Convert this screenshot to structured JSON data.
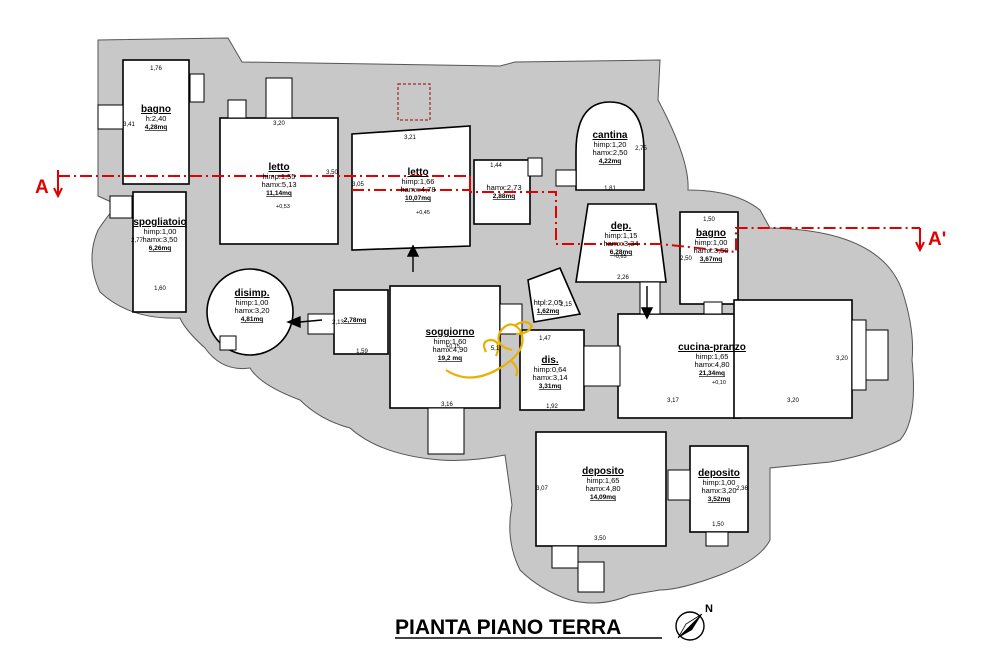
{
  "title": "PIANTA PIANO TERRA",
  "north_letter": "N",
  "section": {
    "start_label": "A",
    "end_label": "A'"
  },
  "colors": {
    "wall_fill": "#c8c8c8",
    "room_fill": "#ffffff",
    "section_line": "#e00000",
    "annotation": "#e8b000"
  },
  "rooms": [
    {
      "id": "bagno1",
      "name": "bagno",
      "lines": [
        "h:2,40"
      ],
      "area": "4,28mq"
    },
    {
      "id": "letto1",
      "name": "letto",
      "lines": [
        "himp:1,55",
        "hamx:5,13"
      ],
      "area": "11,14mq"
    },
    {
      "id": "letto2",
      "name": "letto",
      "lines": [
        "himp:1,66",
        "hamx:4,78"
      ],
      "area": "10,07mq"
    },
    {
      "id": "ripost",
      "name": "",
      "lines": [
        "hamx:2,73"
      ],
      "area": "2,88mq"
    },
    {
      "id": "cantina",
      "name": "cantina",
      "lines": [
        "himp:1,20",
        "hamx:2,50"
      ],
      "area": "4,22mq"
    },
    {
      "id": "dep",
      "name": "dep.",
      "lines": [
        "himp:1,15",
        "hamx:3,34"
      ],
      "area": "6,28mq"
    },
    {
      "id": "bagno2",
      "name": "bagno",
      "lines": [
        "himp:1,00",
        "hamx:3,50"
      ],
      "area": "3,67mq"
    },
    {
      "id": "spogliatoio",
      "name": "spogliatoio",
      "lines": [
        "himp:1,00",
        "hamx:3,50"
      ],
      "area": "6,26mq"
    },
    {
      "id": "disimp",
      "name": "disimp.",
      "lines": [
        "himp:1,00",
        "hamx:3,20"
      ],
      "area": "4,81mq"
    },
    {
      "id": "corr",
      "name": "",
      "lines": [],
      "area": "2,78mq"
    },
    {
      "id": "soggiorno",
      "name": "soggiorno",
      "lines": [
        "himp:1,60",
        "hamx:4,90"
      ],
      "area": "19,2 mq"
    },
    {
      "id": "dis",
      "name": "dis.",
      "lines": [
        "himp:0,64",
        "hamx:3,14"
      ],
      "area": "3,31mq"
    },
    {
      "id": "small",
      "name": "",
      "lines": [
        "htpl:2,05"
      ],
      "area": "1,62mq"
    },
    {
      "id": "cucina",
      "name": "cucina-pranzo",
      "lines": [
        "himp:1,65",
        "hamx:4,80"
      ],
      "area": "21,34mq"
    },
    {
      "id": "deposito1",
      "name": "deposito",
      "lines": [
        "himp:1,65",
        "hamx:4,80"
      ],
      "area": "14,09mq"
    },
    {
      "id": "deposito2",
      "name": "deposito",
      "lines": [
        "himp:1,00",
        "hamx:3,20"
      ],
      "area": "3,52mq"
    }
  ],
  "dimensions": {
    "bagno1_w": "1,76",
    "bagno1_h": "3,41",
    "letto1_w": "3,20",
    "letto1_h": "3,50",
    "letto2_w": "3,21",
    "letto2_h": "3,05",
    "ripost_w": "1,44",
    "cantina_h": "2,75",
    "cantina_w": "1,81",
    "dep_w": "2,26",
    "bagno2_w": "1,50",
    "bagno2_h": "2,50",
    "spogl_w": "1,60",
    "spogl_h": "2,77",
    "corr_w": "1,59",
    "corr_h": "2,13",
    "sogg_w": "3,16",
    "sogg_h": "5,1",
    "dis_w": "1,92",
    "dis_h": "1,47",
    "small_h": "2,15",
    "cucina_w1": "3,17",
    "cucina_w2": "3,20",
    "cucina_h": "3,20",
    "dep1_w": "3,50",
    "dep1_h": "3,07",
    "dep2_w": "1,50",
    "dep2_h": "2,36"
  },
  "spot_levels": [
    "+0,53",
    "+0,45",
    "-0,65",
    "+0,10",
    "+0,15"
  ]
}
